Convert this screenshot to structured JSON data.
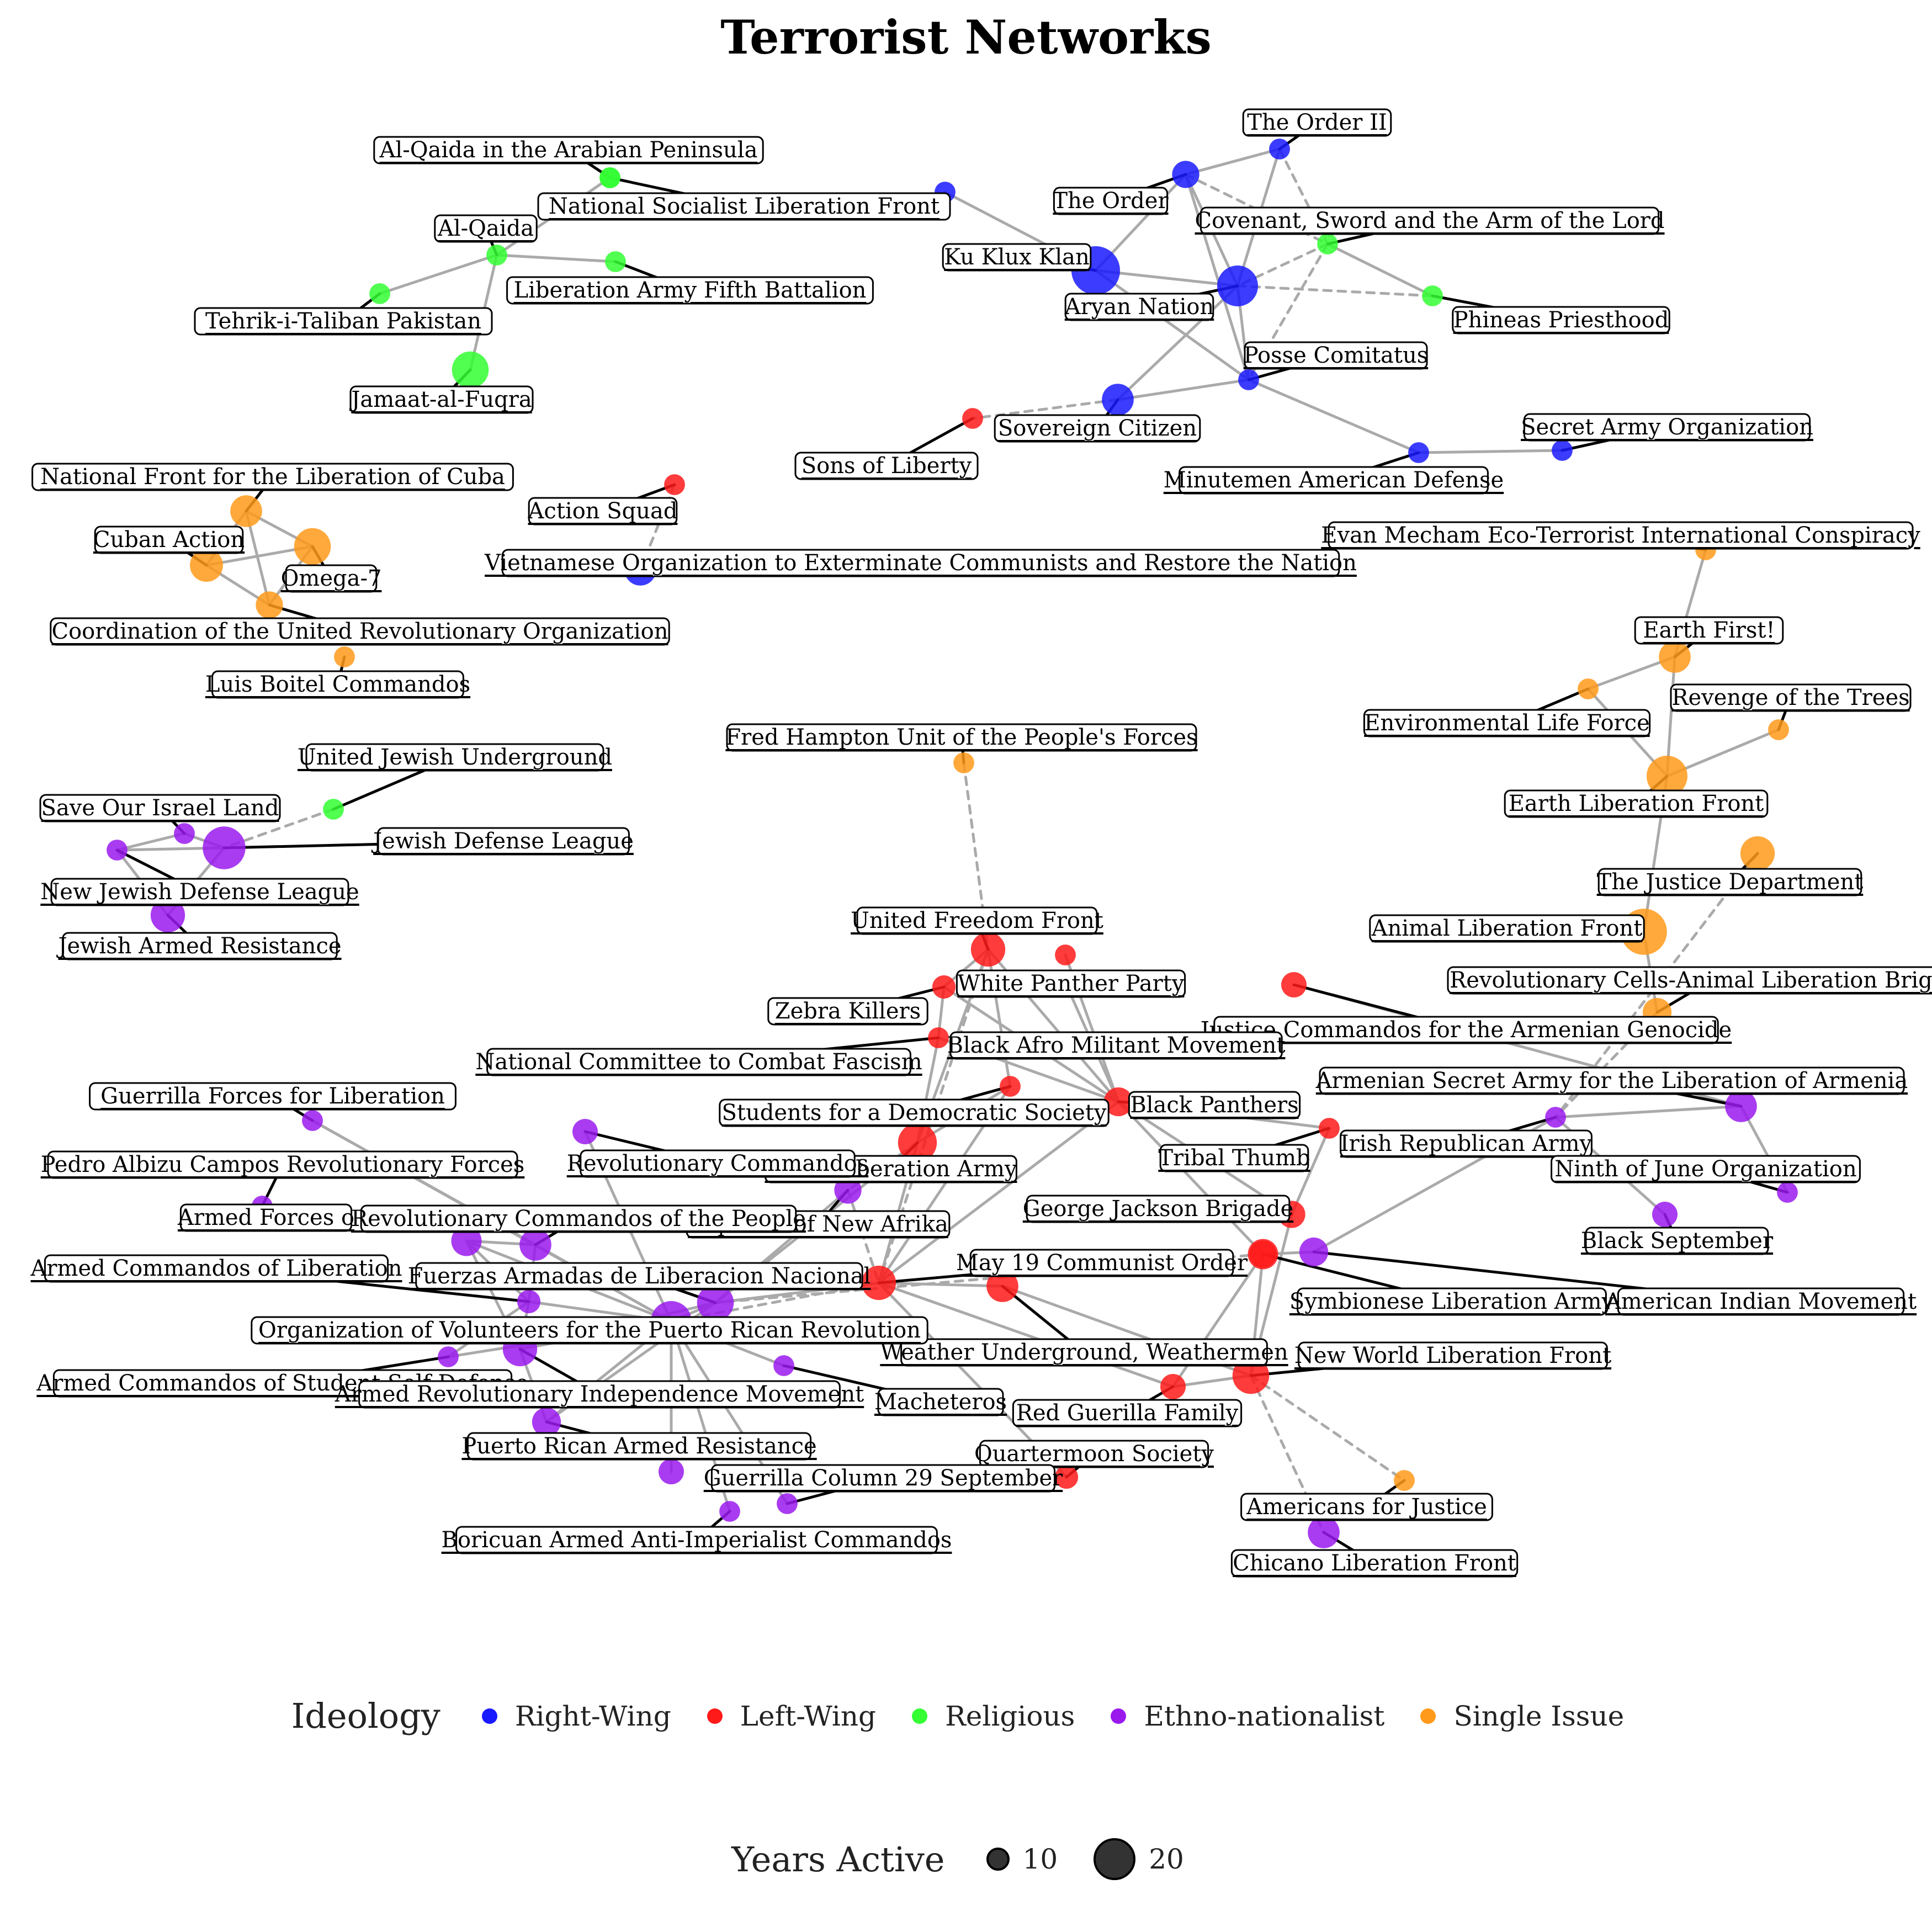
{
  "title": "Terrorist Networks",
  "ideology_colors": {
    "Right-Wing": "#1a1aff",
    "Left-Wing": "#ff1a1a",
    "Religious": "#33ff33",
    "Ethno-nationalist": "#9a1aee",
    "Single Issue": "#ff9a1a"
  },
  "legend": {
    "ideology_title": "Ideology",
    "ideology_items": [
      {
        "label": "Right-Wing",
        "color": "#1a1aff"
      },
      {
        "label": "Left-Wing",
        "color": "#ff1a1a"
      },
      {
        "label": "Religious",
        "color": "#33ff33"
      },
      {
        "label": "Ethno-nationalist",
        "color": "#9a1aee"
      },
      {
        "label": "Single Issue",
        "color": "#ff9a1a"
      }
    ],
    "size_title": "Years Active",
    "size_items": [
      {
        "label": "10"
      },
      {
        "label": "20"
      }
    ]
  },
  "nodes": [
    {
      "id": "aqap",
      "label": "Al-Qaida in the Arabian Peninsula",
      "ideology": "Religious",
      "years": 2
    },
    {
      "id": "nslf",
      "label": "National Socialist Liberation Front",
      "ideology": "Religious",
      "years": 2
    },
    {
      "id": "aq",
      "label": "Al-Qaida",
      "ideology": "Religious",
      "years": 2
    },
    {
      "id": "ttp",
      "label": "Tehrik-i-Taliban Pakistan",
      "ideology": "Religious",
      "years": 2
    },
    {
      "id": "lafb",
      "label": "Liberation Army Fifth Battalion",
      "ideology": "Religious",
      "years": 2
    },
    {
      "id": "jaf",
      "label": "Jamaat-al-Fuqra",
      "ideology": "Religious",
      "years": 12
    },
    {
      "id": "order2",
      "label": "The Order II",
      "ideology": "Right-Wing",
      "years": 2
    },
    {
      "id": "order",
      "label": "The Order",
      "ideology": "Right-Wing",
      "years": 5
    },
    {
      "id": "rwu",
      "label": "",
      "ideology": "Right-Wing",
      "years": 2
    },
    {
      "id": "csal",
      "label": "Covenant, Sword and the Arm of the Lord",
      "ideology": "Religious",
      "years": 2
    },
    {
      "id": "kkk",
      "label": "Ku Klux Klan",
      "ideology": "Right-Wing",
      "years": 25
    },
    {
      "id": "an",
      "label": "Aryan Nation",
      "ideology": "Right-Wing",
      "years": 16
    },
    {
      "id": "pp",
      "label": "Phineas Priesthood",
      "ideology": "Religious",
      "years": 2
    },
    {
      "id": "pc",
      "label": "Posse Comitatus",
      "ideology": "Right-Wing",
      "years": 2
    },
    {
      "id": "sc",
      "label": "Sovereign Citizen",
      "ideology": "Right-Wing",
      "years": 8
    },
    {
      "id": "sol",
      "label": "Sons of Liberty",
      "ideology": "Left-Wing",
      "years": 2
    },
    {
      "id": "mad",
      "label": "Minutemen American Defense",
      "ideology": "Right-Wing",
      "years": 2
    },
    {
      "id": "sao",
      "label": "Secret Army Organization",
      "ideology": "Right-Wing",
      "years": 2
    },
    {
      "id": "nflc",
      "label": "National Front for the Liberation of Cuba",
      "ideology": "Single Issue",
      "years": 8
    },
    {
      "id": "ca",
      "label": "Cuban Action",
      "ideology": "Single Issue",
      "years": 9
    },
    {
      "id": "o7",
      "label": "Omega-7",
      "ideology": "Single Issue",
      "years": 12
    },
    {
      "id": "curo",
      "label": "Coordination of the United Revolutionary Organization",
      "ideology": "Single Issue",
      "years": 5
    },
    {
      "id": "lbc",
      "label": "Luis Boitel Commandos",
      "ideology": "Single Issue",
      "years": 2
    },
    {
      "id": "as",
      "label": "Action Squad",
      "ideology": "Left-Wing",
      "years": 2
    },
    {
      "id": "voecrn",
      "label": "Vietnamese Organization to Exterminate Communists and Restore the Nation",
      "ideology": "Right-Wing",
      "years": 8
    },
    {
      "id": "emetic",
      "label": "Evan Mecham Eco-Terrorist International Conspiracy",
      "ideology": "Single Issue",
      "years": 2
    },
    {
      "id": "ef",
      "label": "Earth First!",
      "ideology": "Single Issue",
      "years": 8
    },
    {
      "id": "elf2",
      "label": "Environmental Life Force",
      "ideology": "Single Issue",
      "years": 2
    },
    {
      "id": "rot",
      "label": "Revenge of the Trees",
      "ideology": "Single Issue",
      "years": 2
    },
    {
      "id": "elf",
      "label": "Earth Liberation Front",
      "ideology": "Single Issue",
      "years": 16
    },
    {
      "id": "jd",
      "label": "The Justice Department",
      "ideology": "Single Issue",
      "years": 10
    },
    {
      "id": "alf",
      "label": "Animal Liberation Front",
      "ideology": "Single Issue",
      "years": 22
    },
    {
      "id": "rcalb",
      "label": "Revolutionary Cells-Animal Liberation Brigade",
      "ideology": "Single Issue",
      "years": 6
    },
    {
      "id": "fhu",
      "label": "Fred Hampton Unit of the People's Forces",
      "ideology": "Single Issue",
      "years": 2
    },
    {
      "id": "uju",
      "label": "United Jewish Underground",
      "ideology": "Religious",
      "years": 2
    },
    {
      "id": "sol2",
      "label": "Save Our Israel Land",
      "ideology": "Ethno-nationalist",
      "years": 2
    },
    {
      "id": "jdl",
      "label": "Jewish Defense League",
      "ideology": "Ethno-nationalist",
      "years": 18
    },
    {
      "id": "njdl",
      "label": "New Jewish Defense League",
      "ideology": "Ethno-nationalist",
      "years": 2
    },
    {
      "id": "jar",
      "label": "Jewish Armed Resistance",
      "ideology": "Ethno-nationalist",
      "years": 10
    },
    {
      "id": "uff",
      "label": "United Freedom Front",
      "ideology": "Left-Wing",
      "years": 10
    },
    {
      "id": "lw1",
      "label": "",
      "ideology": "Left-Wing",
      "years": 2
    },
    {
      "id": "zk",
      "label": "Zebra Killers",
      "ideology": "Left-Wing",
      "years": 3
    },
    {
      "id": "wpp",
      "label": "White Panther Party",
      "ideology": "Left-Wing",
      "years": 2
    },
    {
      "id": "jcag",
      "label": "Justice Commandos for the Armenian Genocide",
      "ideology": "Left-Wing",
      "years": 4
    },
    {
      "id": "ncf",
      "label": "National Committee to Combat Fascism",
      "ideology": "Left-Wing",
      "years": 2
    },
    {
      "id": "bamm",
      "label": "Black Afro Militant Movement",
      "ideology": "Left-Wing",
      "years": 2
    },
    {
      "id": "sds",
      "label": "Students for a Democratic Society",
      "ideology": "Left-Wing",
      "years": 2
    },
    {
      "id": "bp",
      "label": "Black Panthers",
      "ideology": "Left-Wing",
      "years": 6
    },
    {
      "id": "bla",
      "label": "Black Liberation Army",
      "ideology": "Left-Wing",
      "years": 14
    },
    {
      "id": "tt",
      "label": "Tribal Thumb",
      "ideology": "Left-Wing",
      "years": 2
    },
    {
      "id": "gfl",
      "label": "Guerrilla Forces for Liberation",
      "ideology": "Ethno-nationalist",
      "years": 2
    },
    {
      "id": "erc",
      "label": "Revolutionary Commandos",
      "ideology": "Ethno-nationalist",
      "years": 4
    },
    {
      "id": "pacrf",
      "label": "Pedro Albizu Campos Revolutionary Forces",
      "ideology": "Ethno-nationalist",
      "years": 2
    },
    {
      "id": "afo",
      "label": "Armed Forces o",
      "ideology": "Ethno-nationalist",
      "years": 2
    },
    {
      "id": "rnaf",
      "label": "Republic of New Afrika",
      "ideology": "Ethno-nationalist",
      "years": 5
    },
    {
      "id": "rcp",
      "label": "Revolutionary Commandos of the People",
      "ideology": "Ethno-nationalist",
      "years": 8
    },
    {
      "id": "rcp2",
      "label": "",
      "ideology": "Ethno-nationalist",
      "years": 7
    },
    {
      "id": "gjb",
      "label": "George Jackson Brigade",
      "ideology": "Left-Wing",
      "years": 5
    },
    {
      "id": "asala",
      "label": "Armenian Secret Army for the Liberation of Armenia",
      "ideology": "Ethno-nationalist",
      "years": 8
    },
    {
      "id": "ira",
      "label": "Irish Republican Army",
      "ideology": "Ethno-nationalist",
      "years": 2
    },
    {
      "id": "ninth",
      "label": "Ninth of June Organization",
      "ideology": "Ethno-nationalist",
      "years": 2
    },
    {
      "id": "bs",
      "label": "Black September",
      "ideology": "Ethno-nationalist",
      "years": 4
    },
    {
      "id": "acl",
      "label": "Armed Commandos of Liberation",
      "ideology": "Ethno-nationalist",
      "years": 3
    },
    {
      "id": "faln",
      "label": "Fuerzas Armadas de Liberacion Nacional",
      "ideology": "Ethno-nationalist",
      "years": 12
    },
    {
      "id": "m19",
      "label": "May 19 Communist Order",
      "ideology": "Left-Wing",
      "years": 10
    },
    {
      "id": "wu",
      "label": "Weather Underground, Weathermen",
      "ideology": "Left-Wing",
      "years": 8
    },
    {
      "id": "lw2",
      "label": "",
      "ideology": "Left-Wing",
      "years": 7
    },
    {
      "id": "sla",
      "label": "Symbionese Liberation Army",
      "ideology": "Left-Wing",
      "years": 5
    },
    {
      "id": "aim",
      "label": "American Indian Movement",
      "ideology": "Ethno-nationalist",
      "years": 6
    },
    {
      "id": "ovprr",
      "label": "Organization of Volunteers for the Puerto Rican Revolution",
      "ideology": "Ethno-nationalist",
      "years": 16
    },
    {
      "id": "acssd",
      "label": "Armed Commandos of Student Self Defense",
      "ideology": "Ethno-nationalist",
      "years": 2
    },
    {
      "id": "arim",
      "label": "Armed Revolutionary Independence Movement",
      "ideology": "Ethno-nationalist",
      "years": 10
    },
    {
      "id": "mach",
      "label": "Macheteros",
      "ideology": "Ethno-nationalist",
      "years": 2
    },
    {
      "id": "nwlf",
      "label": "New World Liberation Front",
      "ideology": "Left-Wing",
      "years": 12
    },
    {
      "id": "rgf",
      "label": "Red Guerilla Family",
      "ideology": "Left-Wing",
      "years": 4
    },
    {
      "id": "prar",
      "label": "Puerto Rican Armed Resistance",
      "ideology": "Ethno-nationalist",
      "years": 6
    },
    {
      "id": "qs",
      "label": "Quartermoon Society",
      "ideology": "Left-Wing",
      "years": 3
    },
    {
      "id": "en1",
      "label": "",
      "ideology": "Ethno-nationalist",
      "years": 4
    },
    {
      "id": "gc29",
      "label": "Guerrilla Column 29 September",
      "ideology": "Ethno-nationalist",
      "years": 2
    },
    {
      "id": "baaic",
      "label": "Boricuan Armed Anti-Imperialist Commandos",
      "ideology": "Ethno-nationalist",
      "years": 2
    },
    {
      "id": "afj",
      "label": "Americans for Justice",
      "ideology": "Single Issue",
      "years": 2
    },
    {
      "id": "clf",
      "label": "Chicano Liberation Front",
      "ideology": "Ethno-nationalist",
      "years": 8
    }
  ]
}
